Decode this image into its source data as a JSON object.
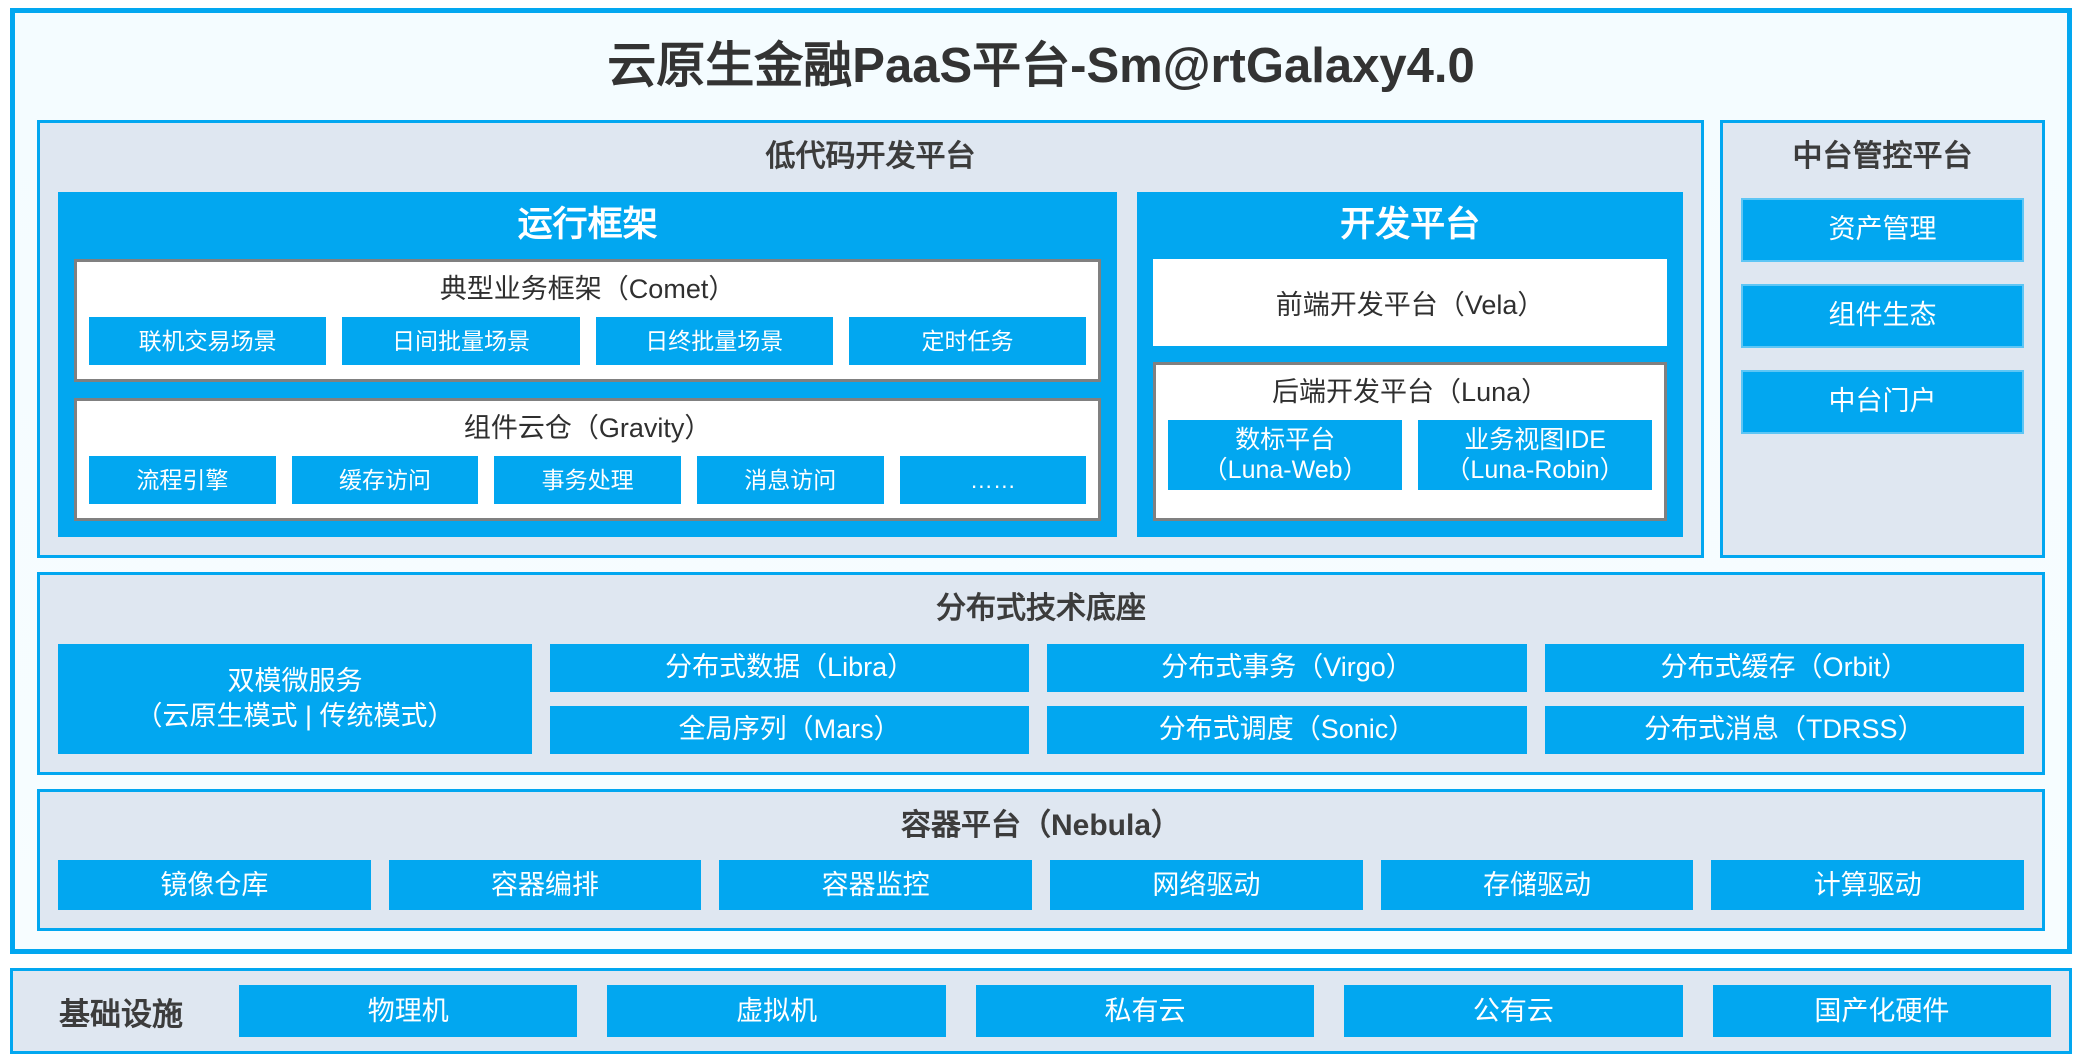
{
  "colors": {
    "accent": "#02a7f0",
    "panel_bg": "#dfe7f1",
    "frame_bg": "#f5fcff",
    "box_border": "#808080",
    "text": "#3c3c3c"
  },
  "platform": {
    "title": "云原生金融PaaS平台-Sm@rtGalaxy4.0"
  },
  "lowcode": {
    "title": "低代码开发平台",
    "runtime": {
      "title": "运行框架",
      "comet": {
        "title": "典型业务框架（Comet）",
        "items": [
          "联机交易场景",
          "日间批量场景",
          "日终批量场景",
          "定时任务"
        ]
      },
      "gravity": {
        "title": "组件云仓（Gravity）",
        "items": [
          "流程引擎",
          "缓存访问",
          "事务处理",
          "消息访问",
          "……"
        ]
      }
    },
    "devplatform": {
      "title": "开发平台",
      "frontend": "前端开发平台（Vela）",
      "backend": {
        "title": "后端开发平台（Luna）",
        "items": [
          {
            "name": "数标平台",
            "code": "（Luna-Web）"
          },
          {
            "name": "业务视图IDE",
            "code": "（Luna-Robin）"
          }
        ]
      }
    }
  },
  "midplatform": {
    "title": "中台管控平台",
    "items": [
      "资产管理",
      "组件生态",
      "中台门户"
    ]
  },
  "tech_foundation": {
    "title": "分布式技术底座",
    "microservice": {
      "name": "双模微服务",
      "modes": "（云原生模式 | 传统模式）"
    },
    "columns": [
      [
        "分布式数据（Libra）",
        "全局序列（Mars）"
      ],
      [
        "分布式事务（Virgo）",
        "分布式调度（Sonic）"
      ],
      [
        "分布式缓存（Orbit）",
        "分布式消息（TDRSS）"
      ]
    ]
  },
  "container_platform": {
    "title": "容器平台（Nebula）",
    "items": [
      "镜像仓库",
      "容器编排",
      "容器监控",
      "网络驱动",
      "存储驱动",
      "计算驱动"
    ]
  },
  "infrastructure": {
    "label": "基础设施",
    "items": [
      "物理机",
      "虚拟机",
      "私有云",
      "公有云",
      "国产化硬件"
    ]
  }
}
